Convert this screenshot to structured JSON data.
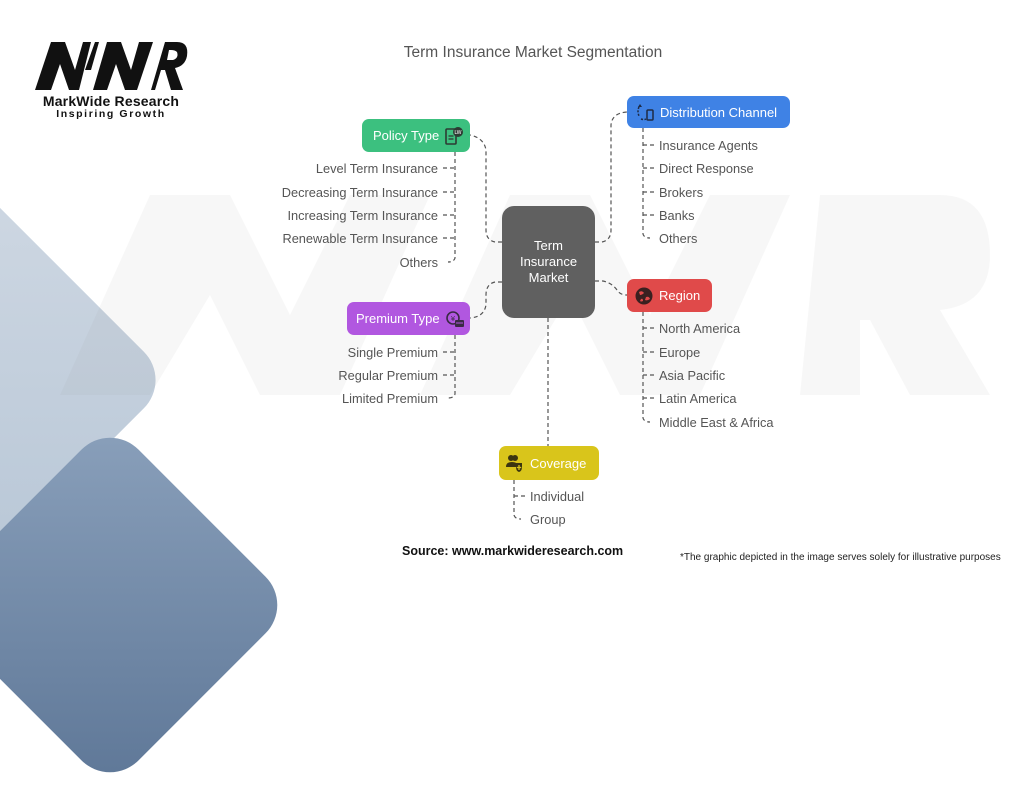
{
  "brand": {
    "name": "MarkWide Research",
    "tagline": "Inspiring Growth",
    "mark": "MWR"
  },
  "title": "Term Insurance Market Segmentation",
  "center_node": {
    "label_lines": [
      "Term",
      "Insurance",
      "Market"
    ]
  },
  "segments": [
    {
      "id": "policy-type",
      "label": "Policy Type",
      "icon": "policy-document-icon",
      "color": "#3cc07f",
      "items": [
        "Level Term Insurance",
        "Decreasing Term Insurance",
        "Increasing Term Insurance",
        "Renewable Term Insurance",
        "Others"
      ]
    },
    {
      "id": "premium-type",
      "label": "Premium Type",
      "icon": "premium-watch-card-icon",
      "color": "#b157e0",
      "items": [
        "Single Premium",
        "Regular Premium",
        "Limited Premium"
      ]
    },
    {
      "id": "distribution-channel",
      "label": "Distribution Channel",
      "icon": "distribution-refresh-phone-icon",
      "color": "#3f82e5",
      "items": [
        "Insurance Agents",
        "Direct Response",
        "Brokers",
        "Banks",
        "Others"
      ]
    },
    {
      "id": "region",
      "label": "Region",
      "icon": "globe-icon",
      "color": "#e04a4a",
      "items": [
        "North America",
        "Europe",
        "Asia Pacific",
        "Latin America",
        "Middle East & Africa"
      ]
    },
    {
      "id": "coverage",
      "label": "Coverage",
      "icon": "users-shield-icon",
      "color": "#d9c51b",
      "items": [
        "Individual",
        "Group"
      ]
    }
  ],
  "footer": {
    "source": "Source: www.markwideresearch.com",
    "disclaimer": "*The graphic depicted in the image serves solely for illustrative purposes"
  }
}
